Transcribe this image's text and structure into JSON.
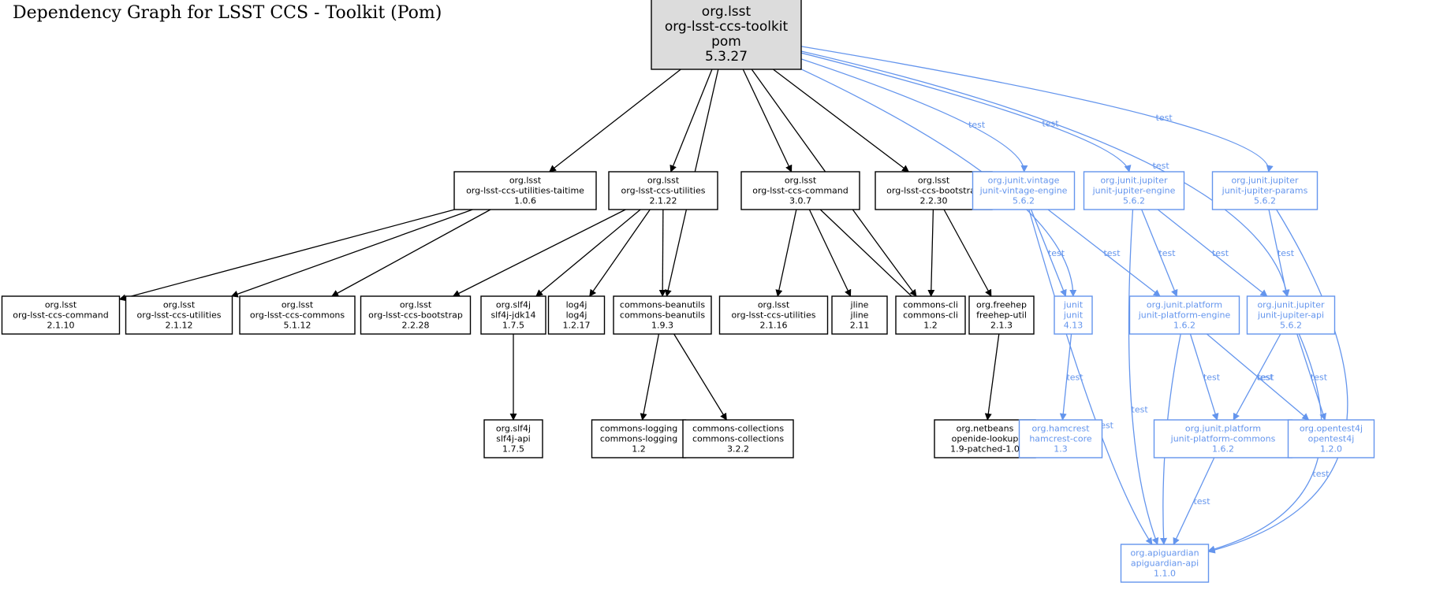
{
  "title": "Dependency Graph for LSST CCS - Toolkit (Pom)",
  "colors": {
    "compile": "#000000",
    "test": "#6495ed",
    "root_fill": "#dcdcdc",
    "box_fill": "#ffffff"
  },
  "nodes": [
    {
      "id": "root",
      "lines": [
        "org.lsst",
        "org-lsst-ccs-toolkit",
        "pom",
        "5.3.27"
      ],
      "scope": "root"
    },
    {
      "id": "utilities-taitime",
      "lines": [
        "org.lsst",
        "org-lsst-ccs-utilities-taitime",
        "1.0.6"
      ],
      "scope": "compile"
    },
    {
      "id": "utilities-2122",
      "lines": [
        "org.lsst",
        "org-lsst-ccs-utilities",
        "2.1.22"
      ],
      "scope": "compile"
    },
    {
      "id": "command-307",
      "lines": [
        "org.lsst",
        "org-lsst-ccs-command",
        "3.0.7"
      ],
      "scope": "compile"
    },
    {
      "id": "bootstrap-2230",
      "lines": [
        "org.lsst",
        "org-lsst-ccs-bootstrap",
        "2.2.30"
      ],
      "scope": "compile"
    },
    {
      "id": "vintage-engine",
      "lines": [
        "org.junit.vintage",
        "junit-vintage-engine",
        "5.6.2"
      ],
      "scope": "test"
    },
    {
      "id": "jupiter-engine",
      "lines": [
        "org.junit.jupiter",
        "junit-jupiter-engine",
        "5.6.2"
      ],
      "scope": "test"
    },
    {
      "id": "jupiter-params",
      "lines": [
        "org.junit.jupiter",
        "junit-jupiter-params",
        "5.6.2"
      ],
      "scope": "test"
    },
    {
      "id": "command-2110",
      "lines": [
        "org.lsst",
        "org-lsst-ccs-command",
        "2.1.10"
      ],
      "scope": "compile"
    },
    {
      "id": "utilities-2112",
      "lines": [
        "org.lsst",
        "org-lsst-ccs-utilities",
        "2.1.12"
      ],
      "scope": "compile"
    },
    {
      "id": "commons-5112",
      "lines": [
        "org.lsst",
        "org-lsst-ccs-commons",
        "5.1.12"
      ],
      "scope": "compile"
    },
    {
      "id": "bootstrap-2228",
      "lines": [
        "org.lsst",
        "org-lsst-ccs-bootstrap",
        "2.2.28"
      ],
      "scope": "compile"
    },
    {
      "id": "slf4j-jdk14",
      "lines": [
        "org.slf4j",
        "slf4j-jdk14",
        "1.7.5"
      ],
      "scope": "compile"
    },
    {
      "id": "log4j",
      "lines": [
        "log4j",
        "log4j",
        "1.2.17"
      ],
      "scope": "compile"
    },
    {
      "id": "beanutils",
      "lines": [
        "commons-beanutils",
        "commons-beanutils",
        "1.9.3"
      ],
      "scope": "compile"
    },
    {
      "id": "utilities-2116",
      "lines": [
        "org.lsst",
        "org-lsst-ccs-utilities",
        "2.1.16"
      ],
      "scope": "compile"
    },
    {
      "id": "jline",
      "lines": [
        "jline",
        "jline",
        "2.11"
      ],
      "scope": "compile"
    },
    {
      "id": "commons-cli",
      "lines": [
        "commons-cli",
        "commons-cli",
        "1.2"
      ],
      "scope": "compile"
    },
    {
      "id": "freehep-util",
      "lines": [
        "org.freehep",
        "freehep-util",
        "2.1.3"
      ],
      "scope": "compile"
    },
    {
      "id": "junit",
      "lines": [
        "junit",
        "junit",
        "4.13"
      ],
      "scope": "test"
    },
    {
      "id": "platform-engine",
      "lines": [
        "org.junit.platform",
        "junit-platform-engine",
        "1.6.2"
      ],
      "scope": "test"
    },
    {
      "id": "jupiter-api",
      "lines": [
        "org.junit.jupiter",
        "junit-jupiter-api",
        "5.6.2"
      ],
      "scope": "test"
    },
    {
      "id": "slf4j-api",
      "lines": [
        "org.slf4j",
        "slf4j-api",
        "1.7.5"
      ],
      "scope": "compile"
    },
    {
      "id": "commons-logging",
      "lines": [
        "commons-logging",
        "commons-logging",
        "1.2"
      ],
      "scope": "compile"
    },
    {
      "id": "commons-collections",
      "lines": [
        "commons-collections",
        "commons-collections",
        "3.2.2"
      ],
      "scope": "compile"
    },
    {
      "id": "openide-lookup",
      "lines": [
        "org.netbeans",
        "openide-lookup",
        "1.9-patched-1.0"
      ],
      "scope": "compile"
    },
    {
      "id": "hamcrest-core",
      "lines": [
        "org.hamcrest",
        "hamcrest-core",
        "1.3"
      ],
      "scope": "test"
    },
    {
      "id": "platform-commons",
      "lines": [
        "org.junit.platform",
        "junit-platform-commons",
        "1.6.2"
      ],
      "scope": "test"
    },
    {
      "id": "opentest4j",
      "lines": [
        "org.opentest4j",
        "opentest4j",
        "1.2.0"
      ],
      "scope": "test"
    },
    {
      "id": "apiguardian",
      "lines": [
        "org.apiguardian",
        "apiguardian-api",
        "1.1.0"
      ],
      "scope": "test"
    }
  ],
  "edges": [
    {
      "from": "root",
      "to": "utilities-taitime",
      "label": ""
    },
    {
      "from": "root",
      "to": "utilities-2122",
      "label": ""
    },
    {
      "from": "root",
      "to": "beanutils",
      "label": ""
    },
    {
      "from": "root",
      "to": "command-307",
      "label": ""
    },
    {
      "from": "root",
      "to": "commons-cli",
      "label": ""
    },
    {
      "from": "root",
      "to": "bootstrap-2230",
      "label": ""
    },
    {
      "from": "root",
      "to": "junit",
      "label": "test"
    },
    {
      "from": "root",
      "to": "vintage-engine",
      "label": "test"
    },
    {
      "from": "root",
      "to": "jupiter-engine",
      "label": "test"
    },
    {
      "from": "root",
      "to": "jupiter-api",
      "label": "test"
    },
    {
      "from": "root",
      "to": "jupiter-params",
      "label": "test"
    },
    {
      "from": "utilities-taitime",
      "to": "command-2110",
      "label": ""
    },
    {
      "from": "utilities-taitime",
      "to": "utilities-2112",
      "label": ""
    },
    {
      "from": "utilities-taitime",
      "to": "commons-5112",
      "label": ""
    },
    {
      "from": "utilities-2122",
      "to": "bootstrap-2228",
      "label": ""
    },
    {
      "from": "utilities-2122",
      "to": "slf4j-jdk14",
      "label": ""
    },
    {
      "from": "utilities-2122",
      "to": "log4j",
      "label": ""
    },
    {
      "from": "utilities-2122",
      "to": "beanutils",
      "label": ""
    },
    {
      "from": "command-307",
      "to": "utilities-2116",
      "label": ""
    },
    {
      "from": "command-307",
      "to": "jline",
      "label": ""
    },
    {
      "from": "command-307",
      "to": "commons-cli",
      "label": ""
    },
    {
      "from": "bootstrap-2230",
      "to": "commons-cli",
      "label": ""
    },
    {
      "from": "bootstrap-2230",
      "to": "freehep-util",
      "label": ""
    },
    {
      "from": "slf4j-jdk14",
      "to": "slf4j-api",
      "label": ""
    },
    {
      "from": "beanutils",
      "to": "commons-logging",
      "label": ""
    },
    {
      "from": "beanutils",
      "to": "commons-collections",
      "label": ""
    },
    {
      "from": "freehep-util",
      "to": "openide-lookup",
      "label": ""
    },
    {
      "from": "vintage-engine",
      "to": "junit",
      "label": "test"
    },
    {
      "from": "vintage-engine",
      "to": "platform-engine",
      "label": "test"
    },
    {
      "from": "vintage-engine",
      "to": "apiguardian",
      "label": "test"
    },
    {
      "from": "jupiter-engine",
      "to": "platform-engine",
      "label": "test"
    },
    {
      "from": "jupiter-engine",
      "to": "jupiter-api",
      "label": "test"
    },
    {
      "from": "jupiter-engine",
      "to": "apiguardian",
      "label": "test"
    },
    {
      "from": "jupiter-params",
      "to": "jupiter-api",
      "label": "test"
    },
    {
      "from": "jupiter-params",
      "to": "apiguardian",
      "label": "test"
    },
    {
      "from": "junit",
      "to": "hamcrest-core",
      "label": "test"
    },
    {
      "from": "platform-engine",
      "to": "platform-commons",
      "label": "test"
    },
    {
      "from": "platform-engine",
      "to": "opentest4j",
      "label": "test"
    },
    {
      "from": "platform-engine",
      "to": "apiguardian",
      "label": "test"
    },
    {
      "from": "jupiter-api",
      "to": "platform-commons",
      "label": "test"
    },
    {
      "from": "jupiter-api",
      "to": "opentest4j",
      "label": "test"
    },
    {
      "from": "jupiter-api",
      "to": "apiguardian",
      "label": "test"
    },
    {
      "from": "platform-commons",
      "to": "apiguardian",
      "label": "test"
    }
  ]
}
